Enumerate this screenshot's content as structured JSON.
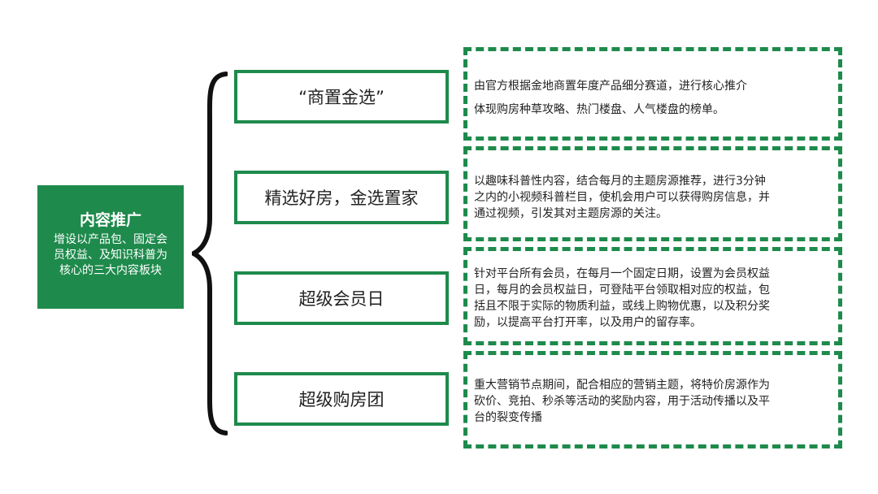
{
  "root": {
    "title": "内容推广",
    "subtitle_lines": [
      "增设以产品包、固定会",
      "员权益、及知识科普为",
      "核心的三大内容板块"
    ]
  },
  "colors": {
    "accent_green": "#1e8a4c",
    "text": "#222222",
    "background": "#ffffff"
  },
  "branches": [
    {
      "label": "“商置金选”",
      "description_lines": [
        "由官方根据金地商置年度产品细分赛道，进行核心推介",
        "体现购房种草攻略、热门楼盘、人气楼盘的榜单。"
      ]
    },
    {
      "label": "精选好房，金选置家",
      "description_lines": [
        "以趣味科普性内容，结合每月的主题房源推荐，进行3分钟",
        "之内的小视频科普栏目，使机会用户可以获得购房信息，并",
        "通过视频，引发其对主题房源的关注。"
      ]
    },
    {
      "label": "超级会员日",
      "description_lines": [
        "针对平台所有会员，在每月一个固定日期，设置为会员权益",
        "日，每月的会员权益日，可登陆平台领取相对应的权益，包",
        "括且不限于实际的物质利益，或线上购物优惠，以及积分奖",
        "励，以提高平台打开率，以及用户的留存率。"
      ]
    },
    {
      "label": "超级购房团",
      "description_lines": [
        "重大营销节点期间，配合相应的营销主题，将特价房源作为",
        "砍价、竞拍、秒杀等活动的奖励内容，用于活动传播以及平",
        "台的裂变传播"
      ]
    }
  ]
}
